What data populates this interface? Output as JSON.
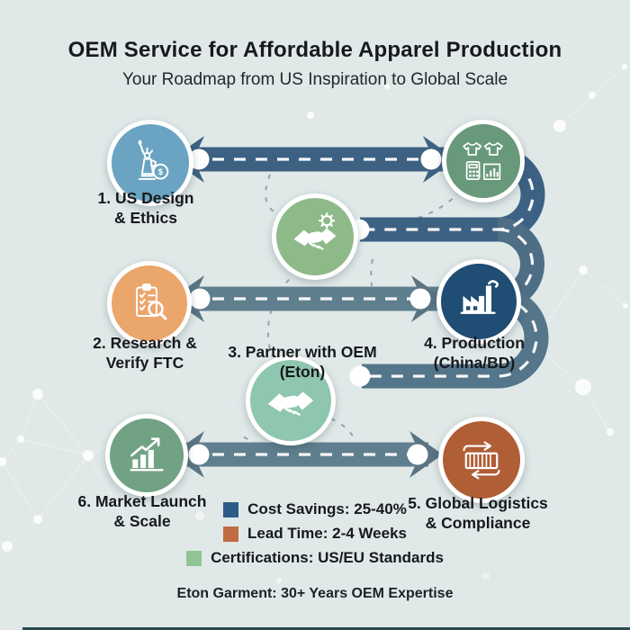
{
  "header": {
    "title": "OEM Service for Affordable Apparel Production",
    "subtitle": "Your Roadmap from US Inspiration to Global Scale"
  },
  "steps": [
    {
      "label": "1. US Design\n& Ethics",
      "icon": "statue-of-liberty-dollar-icon",
      "color": "#6ba4c2"
    },
    {
      "label": "2. Research &\nVerify FTC",
      "icon": "clipboard-magnifier-icon",
      "color": "#eba66c"
    },
    {
      "label": "3. Partner with OEM\n(Eton)",
      "icon": "handshake-icon",
      "color": "#8fc6b0"
    },
    {
      "label": "4. Production\n(China/BD)",
      "icon": "factory-icon",
      "color": "#1f4d73"
    },
    {
      "label": "5. Global Logistics\n& Compliance",
      "icon": "shipping-container-icon",
      "color": "#b05e36"
    },
    {
      "label": "6. Market Launch\n& Scale",
      "icon": "growth-chart-icon",
      "color": "#71a283"
    }
  ],
  "extra_nodes": [
    {
      "icon": "apparel-costing-icon",
      "color": "#68997a"
    },
    {
      "icon": "handshake-gear-icon",
      "color": "#8eba89"
    }
  ],
  "legend": {
    "items": [
      {
        "label": "Cost Savings: 25-40%",
        "color": "#2e5c88"
      },
      {
        "label": "Lead Time: 2-4 Weeks",
        "color": "#c16b42"
      },
      {
        "label": "Certifications: US/EU Standards",
        "color": "#90c492"
      }
    ]
  },
  "footer": {
    "text": "Eton Garment: 30+ Years OEM Expertise"
  },
  "symbols": {
    "dollar": "$"
  },
  "palette": {
    "background": "#e0e9e8",
    "road_primary": "#3d6183",
    "road_secondary": "#5f7f8f",
    "arrow": "#5a7483",
    "text": "#17191c"
  }
}
